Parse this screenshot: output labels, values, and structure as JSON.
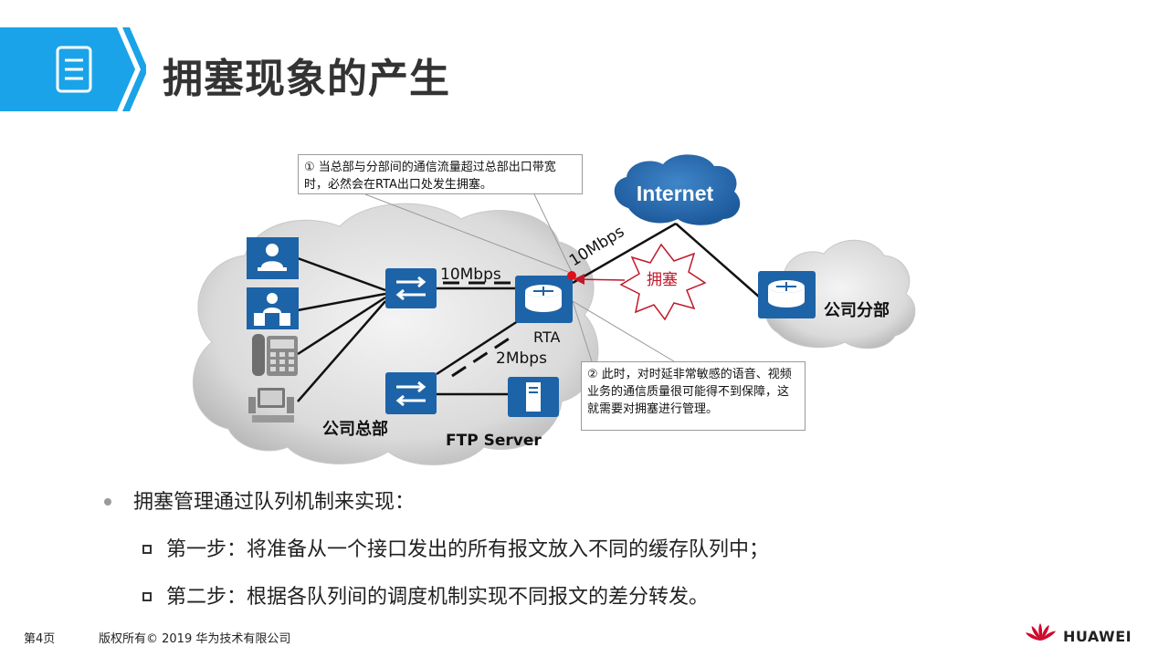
{
  "page_title": "拥塞现象的产生",
  "diagram": {
    "labels": {
      "internet": "Internet",
      "link_10mbps_a": "10Mbps",
      "link_10mbps_b": "10Mbps",
      "link_2mbps": "2Mbps",
      "router": "RTA",
      "congestion": "拥塞",
      "hq": "公司总部",
      "branch": "公司分部",
      "ftp": "FTP Server"
    },
    "callouts": [
      "① 当总部与分部间的通信流量超过总部出口带宽时，必然会在RTA出口处发生拥塞。",
      "② 此时，对时延非常敏感的语音、视频业务的通信质量很可能得不到保障，这就需要对拥塞进行管理。"
    ],
    "icons": [
      "note-icon",
      "pc-user-icon",
      "server-user-icon",
      "ip-phone-icon",
      "desktop-icon",
      "switch-icon",
      "router-icon",
      "ftp-server-icon",
      "cloud-icon"
    ]
  },
  "bullets": {
    "main": "拥塞管理通过队列机制来实现：",
    "sub": [
      "第一步：将准备从一个接口发出的所有报文放入不同的缓存队列中；",
      "第二步：根据各队列间的调度机制实现不同报文的差分转发。"
    ]
  },
  "footer": {
    "page": "第4页",
    "copyright": "版权所有© 2019 华为技术有限公司",
    "brand": "HUAWEI"
  },
  "colors": {
    "header_blue": "#1aa3e8",
    "device_blue": "#1d63a8",
    "congestion_red": "#c0182a",
    "cloud_gray": "#d9d9d9",
    "brand_red": "#cf0a2c"
  }
}
